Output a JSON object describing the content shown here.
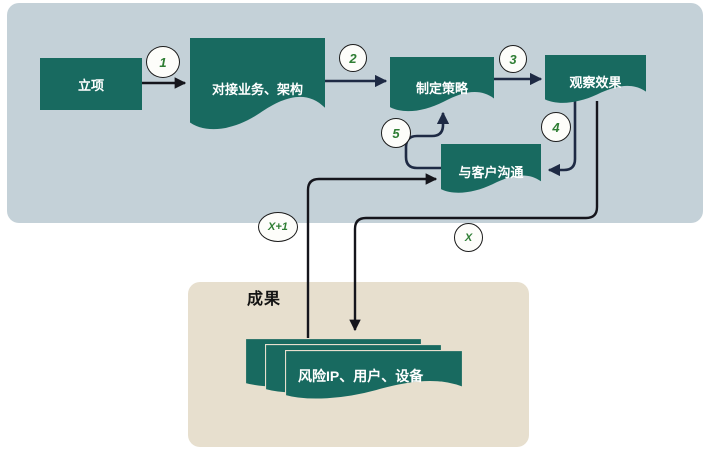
{
  "regions": {
    "process": {
      "fill": "#c4d1d8"
    },
    "results": {
      "title": "成果",
      "fill": "#e7dfce"
    }
  },
  "nodes": {
    "start": {
      "label": "立项"
    },
    "integrate": {
      "label": "对接业务、架构"
    },
    "strategy": {
      "label": "制定策略"
    },
    "observe": {
      "label": "观察效果"
    },
    "communicate": {
      "label": "与客户沟通"
    },
    "deliverable": {
      "label": "风险IP、用户、设备"
    }
  },
  "step_labels": {
    "s1": "1",
    "s2": "2",
    "s3": "3",
    "s4": "4",
    "s5": "5",
    "sx_plus_1": "X+1",
    "sx": "X"
  },
  "colors": {
    "node_fill": "#186a60",
    "process_region": "#c4d1d8",
    "results_region": "#e7dfce",
    "arrow_navy": "#1e2a44",
    "arrow_black": "#15151c",
    "step_number": "#2e7d33",
    "node_text": "#ffffff"
  }
}
